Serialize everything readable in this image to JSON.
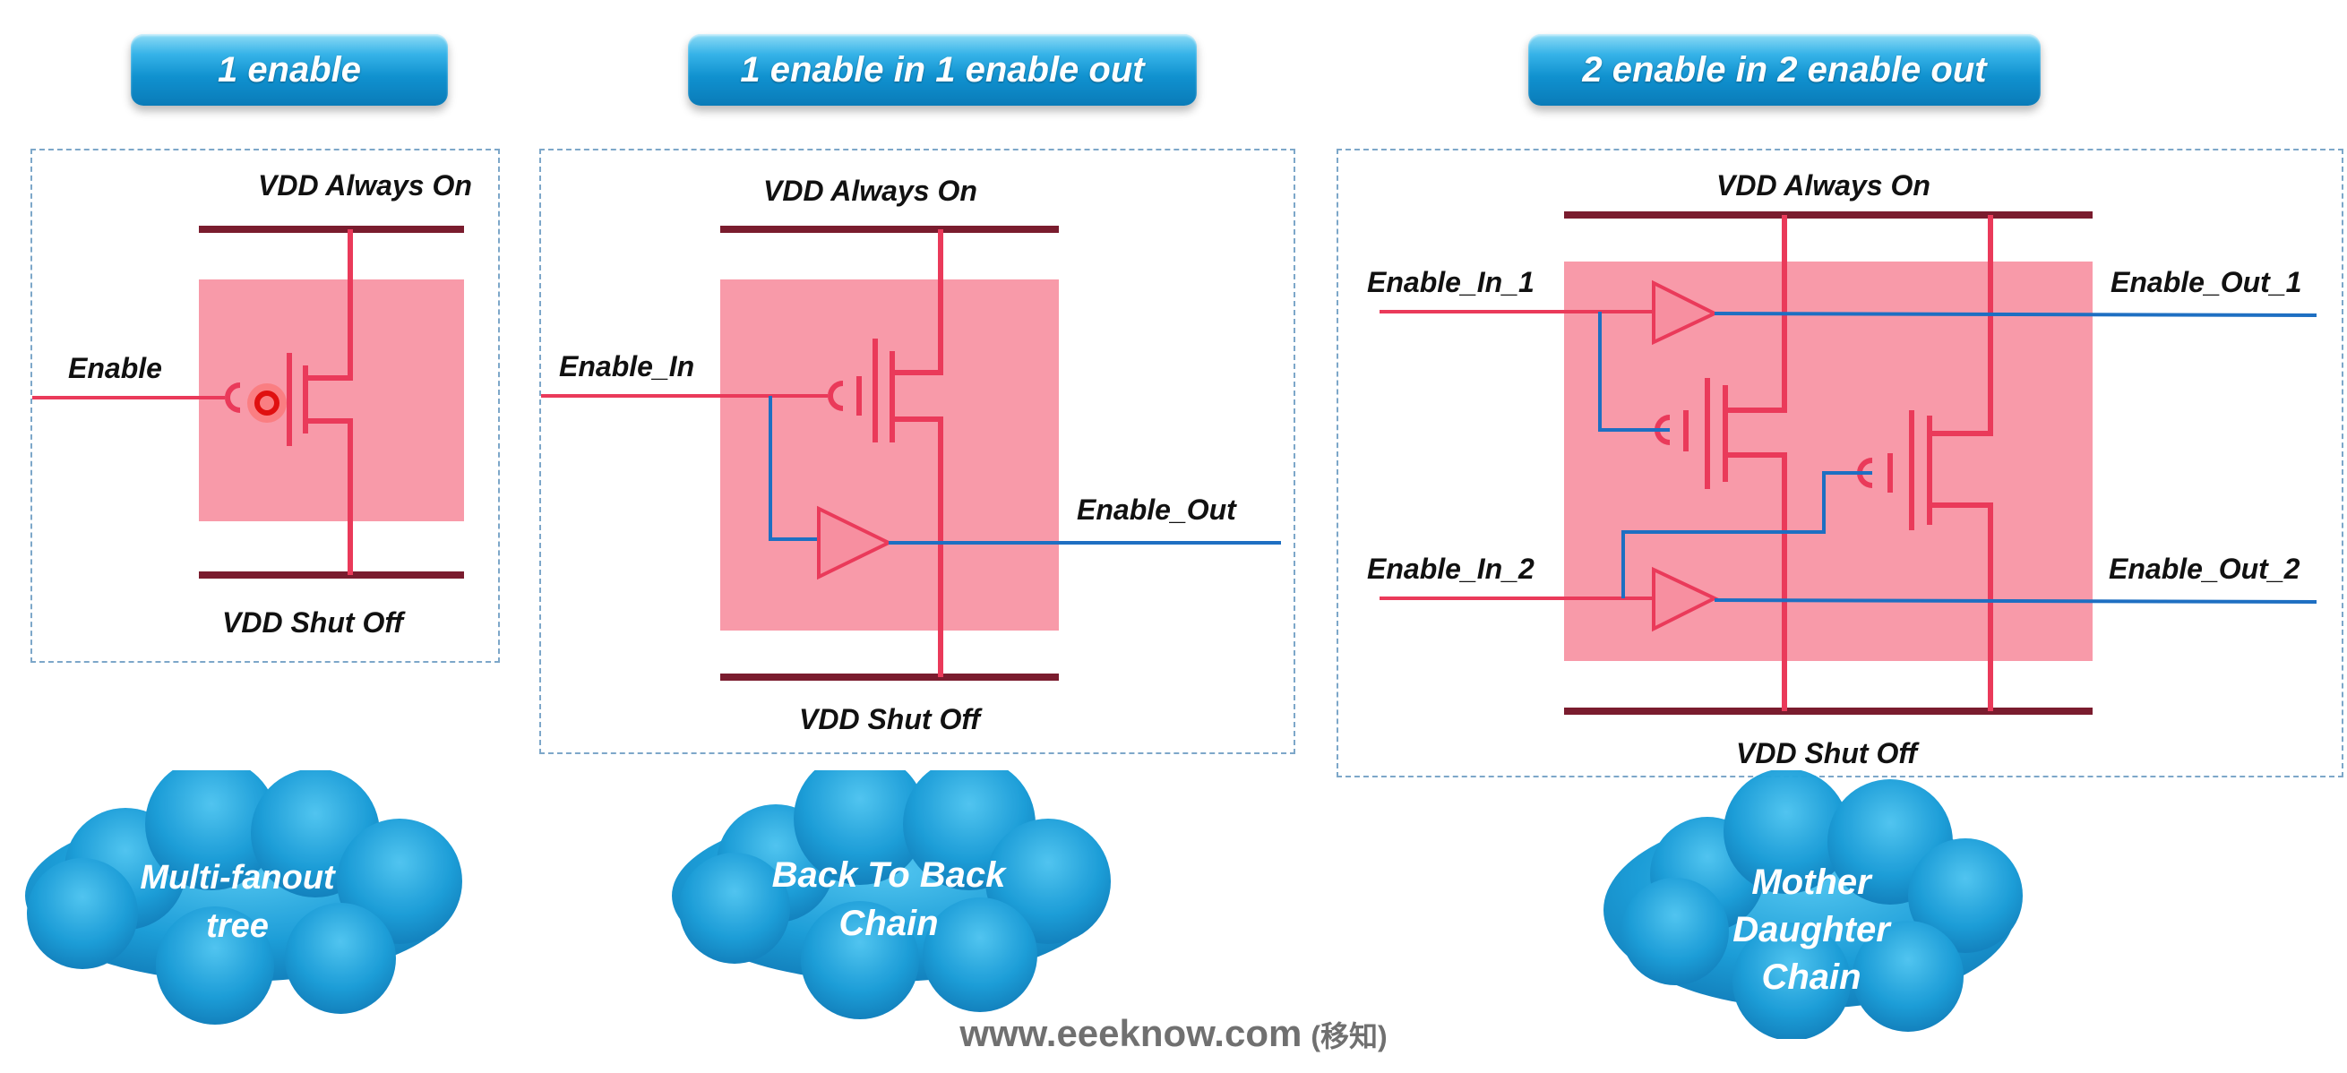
{
  "headers": {
    "one_enable": "1 enable",
    "in_out_1": "1 enable in 1 enable out",
    "in_out_2": "2 enable in 2 enable out"
  },
  "diagram1": {
    "vdd_on": "VDD Always On",
    "vdd_off": "VDD Shut Off",
    "enable": "Enable"
  },
  "diagram2": {
    "vdd_on": "VDD Always On",
    "vdd_off": "VDD Shut Off",
    "enable_in": "Enable_In",
    "enable_out": "Enable_Out"
  },
  "diagram3": {
    "vdd_on": "VDD Always On",
    "vdd_off": "VDD Shut Off",
    "enable_in_1": "Enable_In_1",
    "enable_out_1": "Enable_Out_1",
    "enable_in_2": "Enable_In_2",
    "enable_out_2": "Enable_Out_2"
  },
  "clouds": {
    "multi_fanout": [
      "Multi-fanout",
      "tree"
    ],
    "back_to_back": [
      "Back To Back",
      "Chain"
    ],
    "mother_daughter": [
      "Mother",
      "Daughter",
      "Chain"
    ]
  },
  "footer": {
    "url": "www.eeeknow.com",
    "cn": "(移知)"
  },
  "colors": {
    "rail": "#7a1c2e",
    "switch_box": "#f78fa0",
    "pink_wire": "#ea3a5a",
    "blue_wire": "#1e6fc2",
    "header_blue": "#1091cf",
    "cloud_blue": "#159ad6"
  }
}
